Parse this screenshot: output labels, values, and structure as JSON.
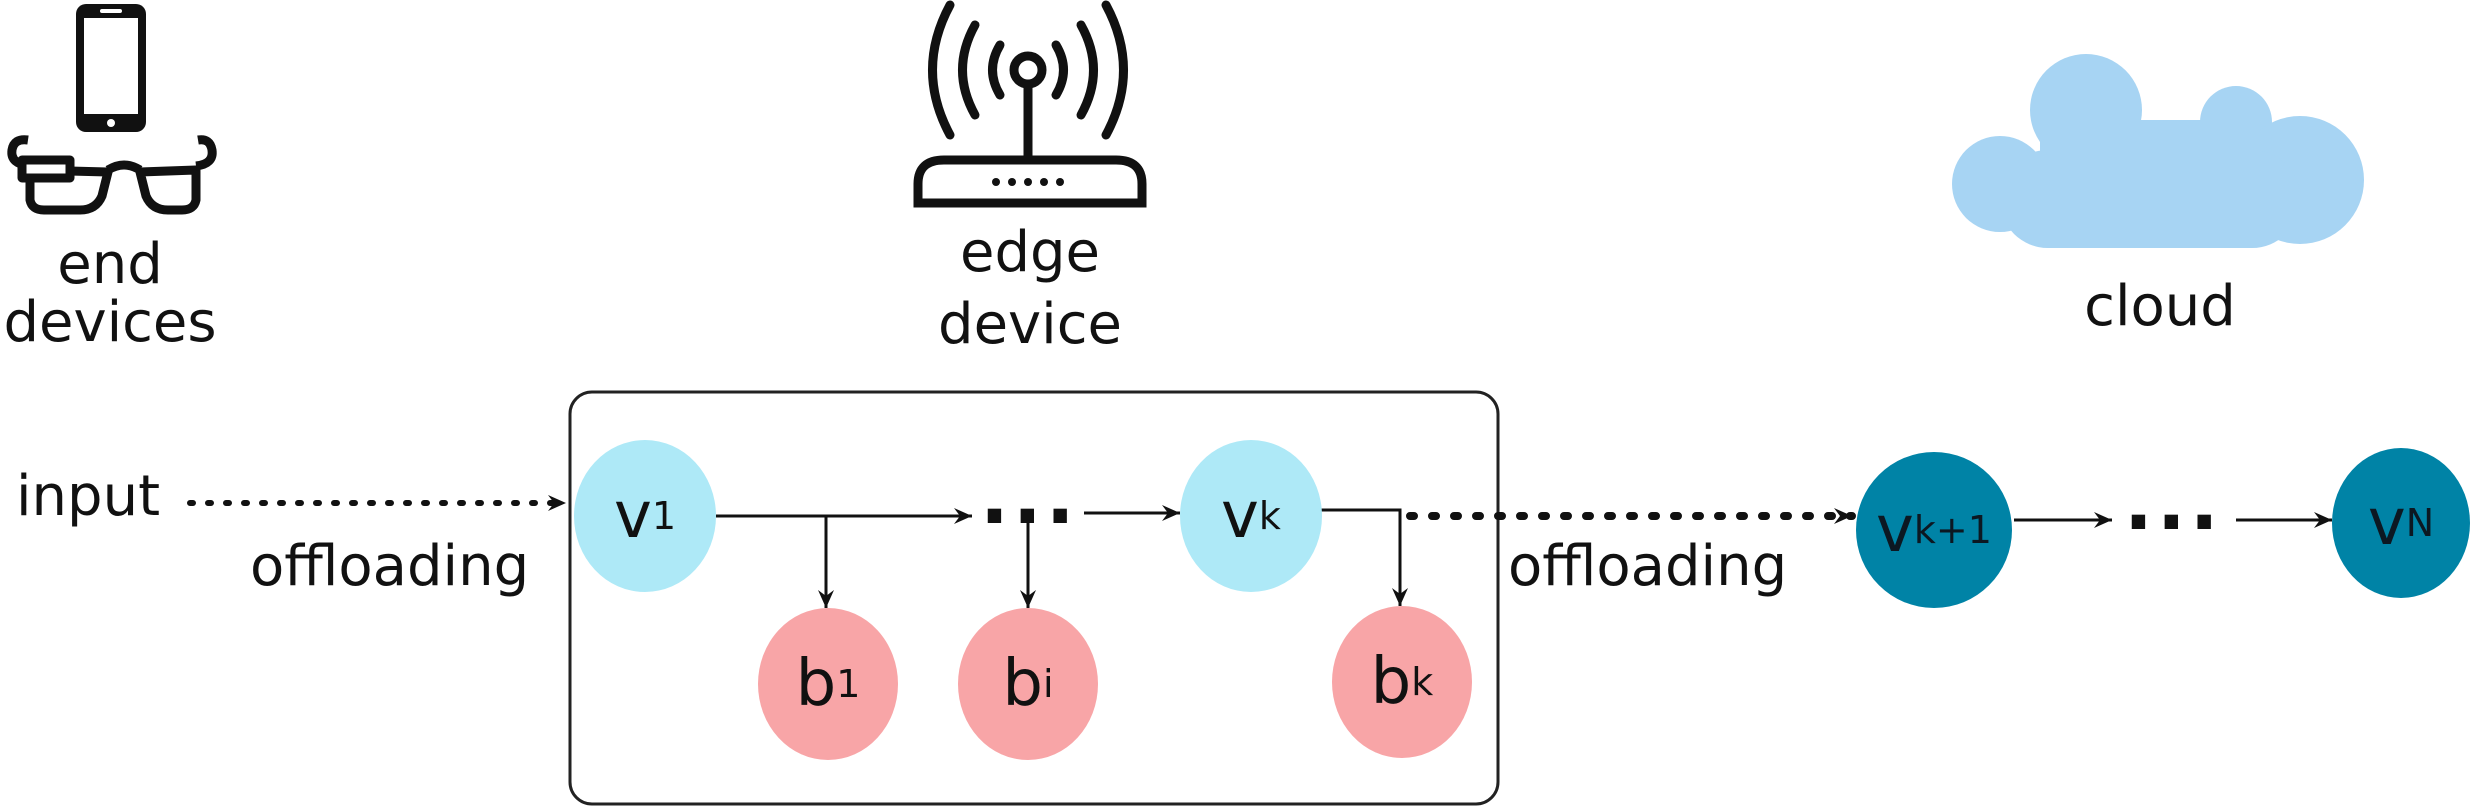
{
  "colors": {
    "visible_block": "#aee9f7",
    "branch": "#f8a5a7",
    "cloud_block": "#0083a6",
    "cloud": "#a7d4f3",
    "frame": "#222222",
    "ink": "#111111"
  },
  "icons": {
    "end_devices": [
      "smartphone-icon",
      "smart-glasses-icon"
    ],
    "edge_device": "wifi-router-icon",
    "cloud": "cloud-icon"
  },
  "labels": {
    "end_devices_line1": "end",
    "end_devices_line2": "devices",
    "edge_device_line1": "edge",
    "edge_device_line2": "device",
    "cloud": "cloud",
    "input": "input",
    "offloading_left": "offloading",
    "offloading_right": "offloading",
    "ellipsis_edge": "...",
    "ellipsis_cloud": "..."
  },
  "nodes": {
    "v1": {
      "base": "v",
      "sub": "1"
    },
    "vk": {
      "base": "v",
      "sub": "k"
    },
    "vk1": {
      "base": "v",
      "sub": "k+1"
    },
    "vN": {
      "base": "v",
      "sub": "N"
    },
    "b1": {
      "base": "b",
      "sub": "1"
    },
    "bi": {
      "base": "b",
      "sub": "i"
    },
    "bk": {
      "base": "b",
      "sub": "k"
    }
  }
}
